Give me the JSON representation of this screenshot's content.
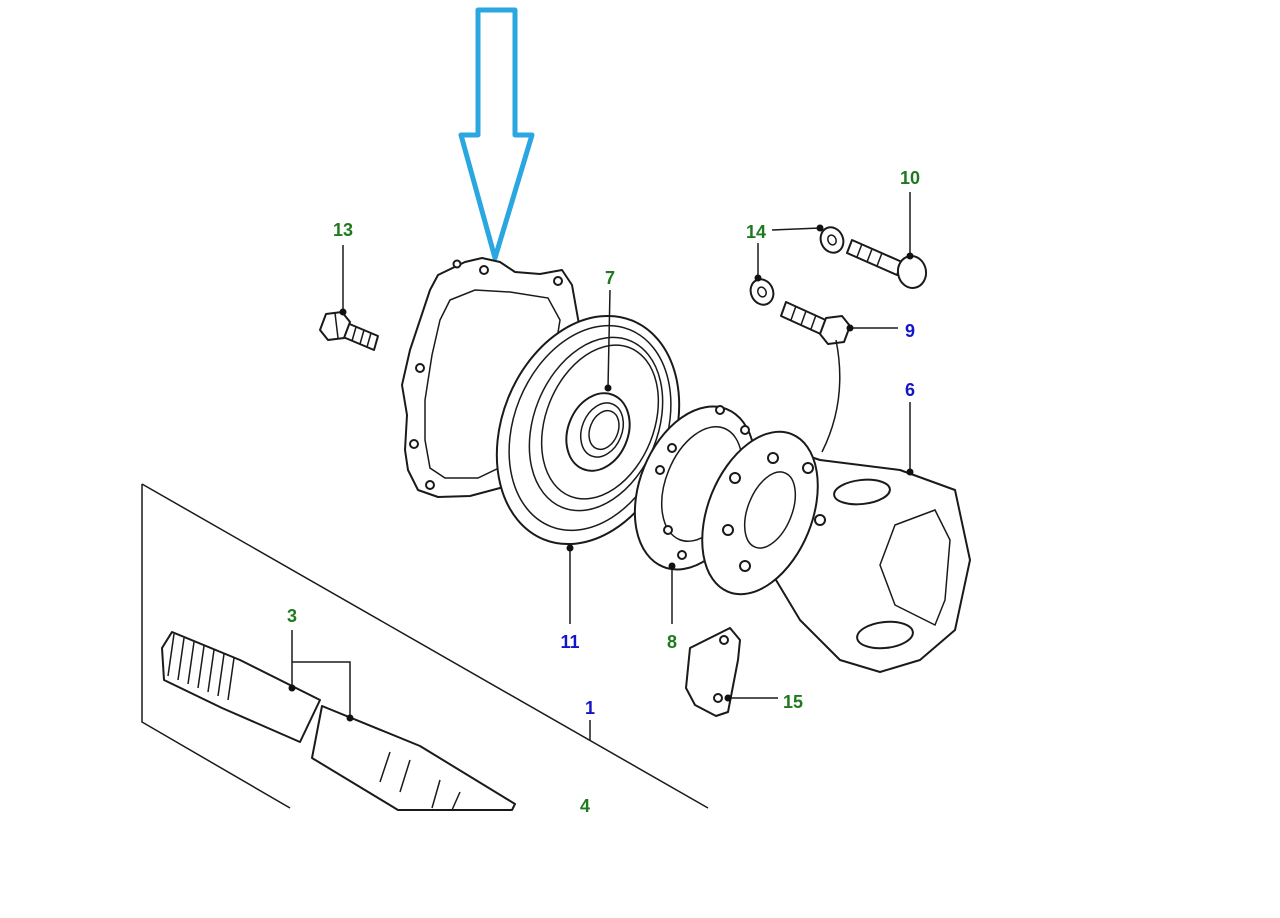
{
  "colors": {
    "pointer_arrow": "#2aa7e0",
    "callout_green": "#1f7a1f",
    "callout_blue": "#1414c8",
    "line_art": "#1a1a1a"
  },
  "callouts": {
    "c1": "1",
    "c3": "3",
    "c4": "4",
    "c6": "6",
    "c7": "7",
    "c8": "8",
    "c9": "9",
    "c10": "10",
    "c11": "11",
    "c13": "13",
    "c14": "14",
    "c15": "15"
  }
}
